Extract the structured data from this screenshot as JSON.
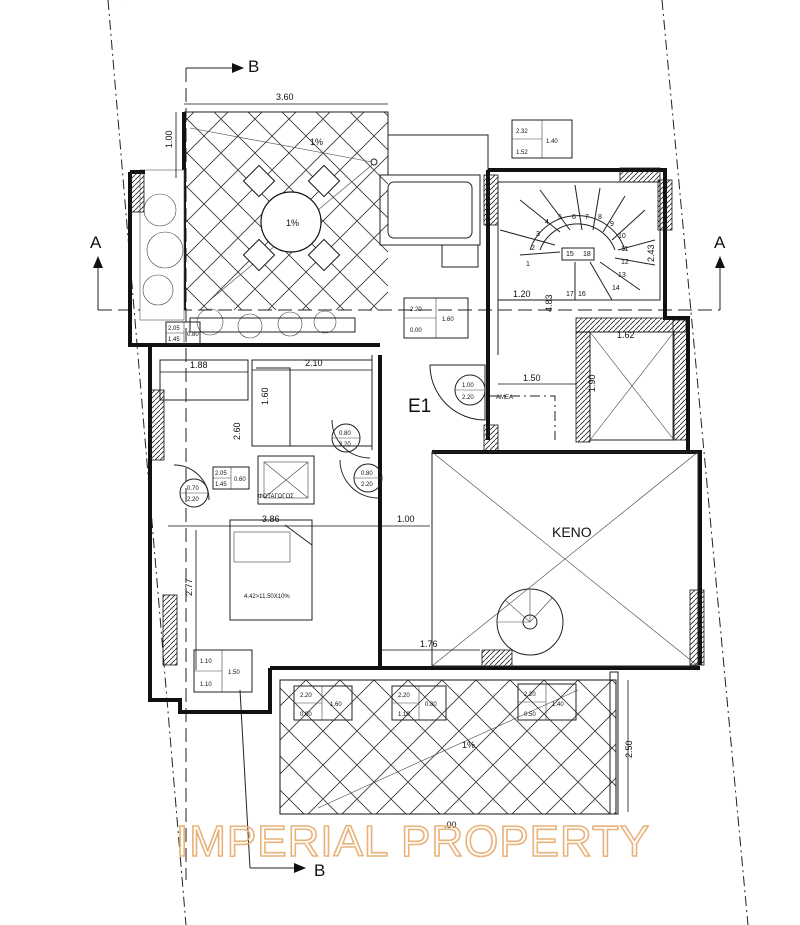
{
  "section_markers": {
    "a_left": "A",
    "a_right": "A",
    "b_top": "B",
    "b_bottom": "B"
  },
  "dimensions": {
    "balcony_width": "3.60",
    "balcony_depth": "1.00",
    "stair_width": "1.20",
    "stair_depth": "4.83",
    "stair_side": "2.43",
    "bath_width": "1.88",
    "room_width": "2.10",
    "room_height": "1.60",
    "hall_height": "2.60",
    "corridor_width": "1.50",
    "lift_height": "1.90",
    "lift_width": "1.62",
    "bedroom_width": "3.86",
    "corridor_gap": "1.00",
    "bedroom_height": "2.77",
    "lower_width": "1.76",
    "veranda_depth": "2.50",
    "veranda_width": ".00"
  },
  "slopes": {
    "balcony_top": "1%",
    "table": "1%",
    "veranda": "1%"
  },
  "stair_steps": [
    "1",
    "2",
    "3",
    "4",
    "5",
    "6",
    "7",
    "8",
    "9",
    "10",
    "11",
    "12",
    "13",
    "14",
    "15",
    "16",
    "17",
    "18"
  ],
  "labels": {
    "unit": "E1",
    "void": "KENO",
    "shaft": "ΦΩΤΑΓΩΓΟΣ",
    "accessible": "AMEA",
    "bedroom_area": "4.42>11.50X10%"
  },
  "openings": {
    "balcony_window": [
      "2.32",
      "1.40",
      "1.52"
    ],
    "kitchen_window": [
      "2.20",
      "1.60",
      "0.00"
    ],
    "planter_window": [
      "2.05",
      "0.80",
      "1.45"
    ],
    "entry_door": [
      "1.00",
      "2.20"
    ],
    "door_a": [
      "0.80",
      "2.20"
    ],
    "door_b": [
      "0.80",
      "2.20"
    ],
    "door_c": [
      "0.70",
      "2.20"
    ],
    "bath_window": [
      "2.05",
      "0.60",
      "1.45"
    ],
    "bedroom_window": [
      "1.10",
      "1.50",
      "1.10"
    ],
    "veranda_door_1": [
      "2.20",
      "1.60",
      "0.00"
    ],
    "veranda_door_2": [
      "2.20",
      "0.80",
      "1.10"
    ],
    "veranda_door_3": [
      "2.20",
      "1.40",
      "0.50"
    ]
  },
  "watermark": "IMPERIAL PROPERTY"
}
